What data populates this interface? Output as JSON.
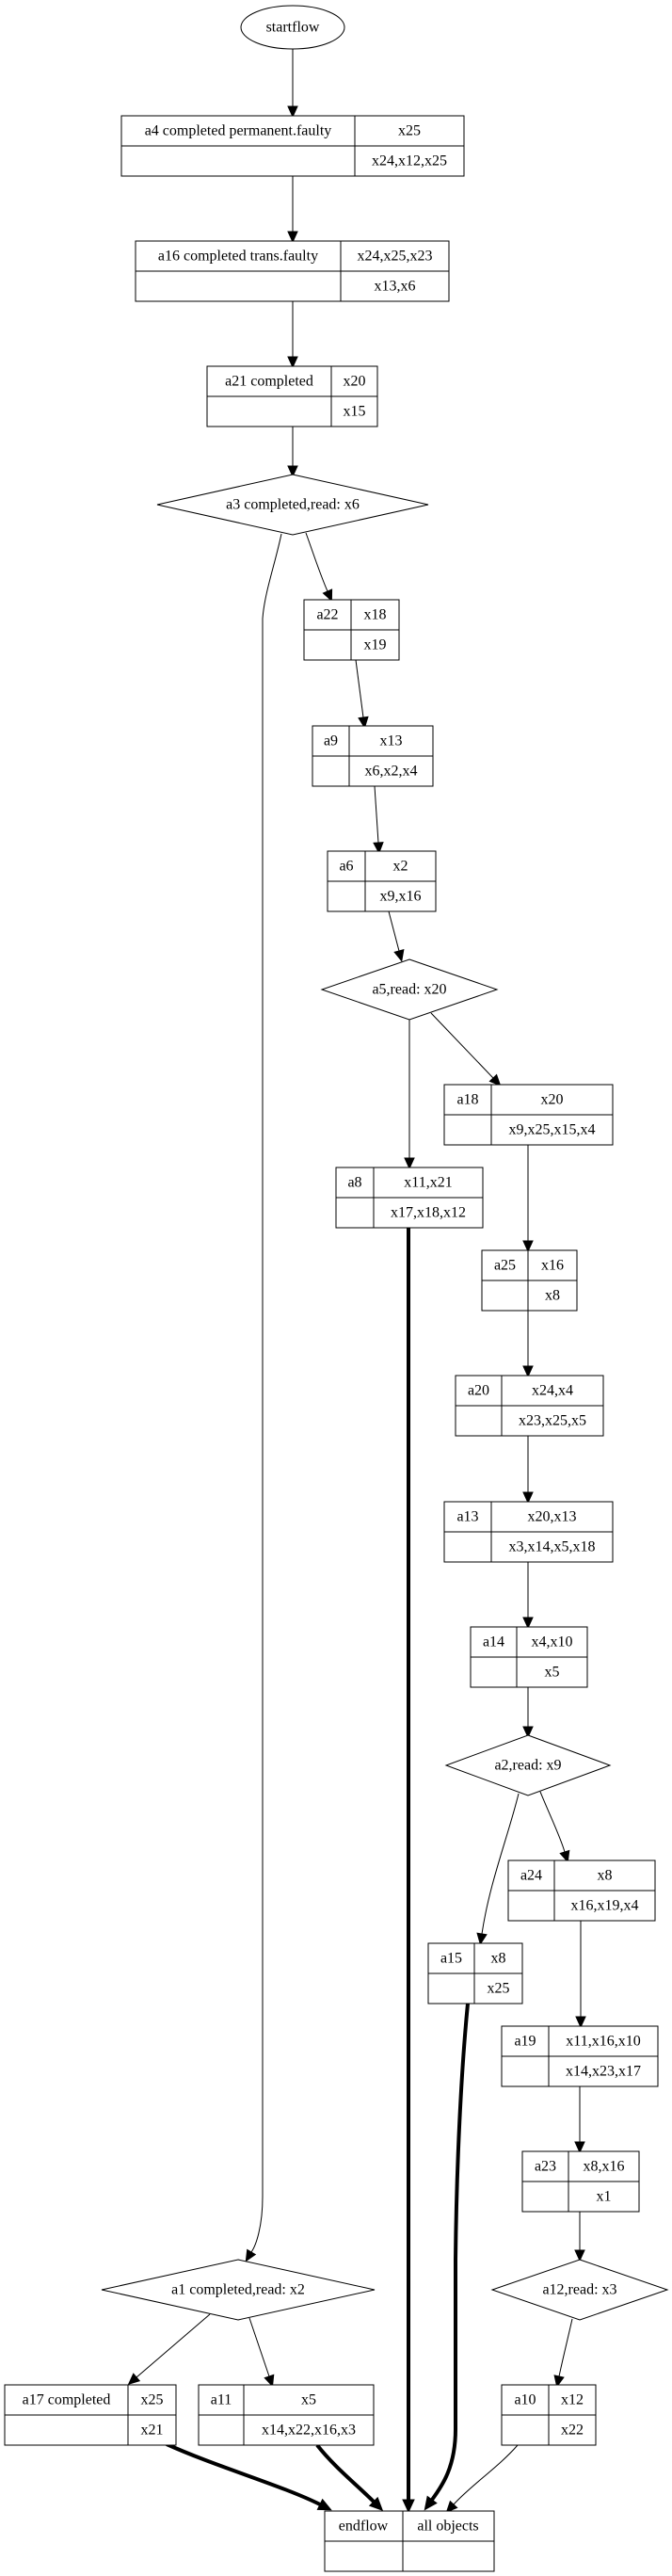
{
  "diagram": {
    "start_node": {
      "id": "startflow",
      "label": "startflow"
    },
    "end_node": {
      "id": "endflow",
      "label": "endflow",
      "objects_label": "all objects",
      "lower_left": "",
      "lower_right": ""
    },
    "record_nodes": [
      {
        "id": "a4",
        "label": "a4 completed permanent.faulty",
        "top": "x25",
        "bottom": "x24,x12,x25"
      },
      {
        "id": "a16",
        "label": "a16 completed trans.faulty",
        "top": "x24,x25,x23",
        "bottom": "x13,x6"
      },
      {
        "id": "a21",
        "label": "a21 completed",
        "top": "x20",
        "bottom": "x15"
      },
      {
        "id": "a22",
        "label": "a22",
        "top": "x18",
        "bottom": "x19"
      },
      {
        "id": "a9",
        "label": "a9",
        "top": "x13",
        "bottom": "x6,x2,x4"
      },
      {
        "id": "a6",
        "label": "a6",
        "top": "x2",
        "bottom": "x9,x16"
      },
      {
        "id": "a18",
        "label": "a18",
        "top": "x20",
        "bottom": "x9,x25,x15,x4"
      },
      {
        "id": "a8",
        "label": "a8",
        "top": "x11,x21",
        "bottom": "x17,x18,x12"
      },
      {
        "id": "a25",
        "label": "a25",
        "top": "x16",
        "bottom": "x8"
      },
      {
        "id": "a20",
        "label": "a20",
        "top": "x24,x4",
        "bottom": "x23,x25,x5"
      },
      {
        "id": "a13",
        "label": "a13",
        "top": "x20,x13",
        "bottom": "x3,x14,x5,x18"
      },
      {
        "id": "a14",
        "label": "a14",
        "top": "x4,x10",
        "bottom": "x5"
      },
      {
        "id": "a24",
        "label": "a24",
        "top": "x8",
        "bottom": "x16,x19,x4"
      },
      {
        "id": "a15",
        "label": "a15",
        "top": "x8",
        "bottom": "x25"
      },
      {
        "id": "a19",
        "label": "a19",
        "top": "x11,x16,x10",
        "bottom": "x14,x23,x17"
      },
      {
        "id": "a23",
        "label": "a23",
        "top": "x8,x16",
        "bottom": "x1"
      },
      {
        "id": "a17",
        "label": "a17 completed",
        "top": "x25",
        "bottom": "x21"
      },
      {
        "id": "a11",
        "label": "a11",
        "top": "x5",
        "bottom": "x14,x22,x16,x3"
      },
      {
        "id": "a10",
        "label": "a10",
        "top": "x12",
        "bottom": "x22"
      }
    ],
    "decision_nodes": [
      {
        "id": "a3",
        "label": "a3 completed,read: x6"
      },
      {
        "id": "a5",
        "label": "a5,read: x20"
      },
      {
        "id": "a2",
        "label": "a2,read: x9"
      },
      {
        "id": "a12",
        "label": "a12,read: x3"
      },
      {
        "id": "a1",
        "label": "a1 completed,read: x2"
      }
    ],
    "edges": [
      {
        "from": "startflow",
        "to": "a4",
        "bold": false
      },
      {
        "from": "a4",
        "to": "a16",
        "bold": false
      },
      {
        "from": "a16",
        "to": "a21",
        "bold": false
      },
      {
        "from": "a21",
        "to": "a3",
        "bold": false
      },
      {
        "from": "a3",
        "to": "a22",
        "bold": false
      },
      {
        "from": "a3",
        "to": "a1",
        "bold": false
      },
      {
        "from": "a22",
        "to": "a9",
        "bold": false
      },
      {
        "from": "a9",
        "to": "a6",
        "bold": false
      },
      {
        "from": "a6",
        "to": "a5",
        "bold": false
      },
      {
        "from": "a5",
        "to": "a8",
        "bold": false
      },
      {
        "from": "a5",
        "to": "a18",
        "bold": false
      },
      {
        "from": "a18",
        "to": "a25",
        "bold": false
      },
      {
        "from": "a25",
        "to": "a20",
        "bold": false
      },
      {
        "from": "a20",
        "to": "a13",
        "bold": false
      },
      {
        "from": "a13",
        "to": "a14",
        "bold": false
      },
      {
        "from": "a14",
        "to": "a2",
        "bold": false
      },
      {
        "from": "a2",
        "to": "a15",
        "bold": false
      },
      {
        "from": "a2",
        "to": "a24",
        "bold": false
      },
      {
        "from": "a24",
        "to": "a19",
        "bold": false
      },
      {
        "from": "a19",
        "to": "a23",
        "bold": false
      },
      {
        "from": "a23",
        "to": "a12",
        "bold": false
      },
      {
        "from": "a12",
        "to": "a10",
        "bold": false
      },
      {
        "from": "a1",
        "to": "a17",
        "bold": false
      },
      {
        "from": "a1",
        "to": "a11",
        "bold": false
      },
      {
        "from": "a17",
        "to": "endflow",
        "bold": true
      },
      {
        "from": "a11",
        "to": "endflow",
        "bold": true
      },
      {
        "from": "a8",
        "to": "endflow",
        "bold": true
      },
      {
        "from": "a15",
        "to": "endflow",
        "bold": true
      },
      {
        "from": "a10",
        "to": "endflow",
        "bold": false
      }
    ]
  }
}
